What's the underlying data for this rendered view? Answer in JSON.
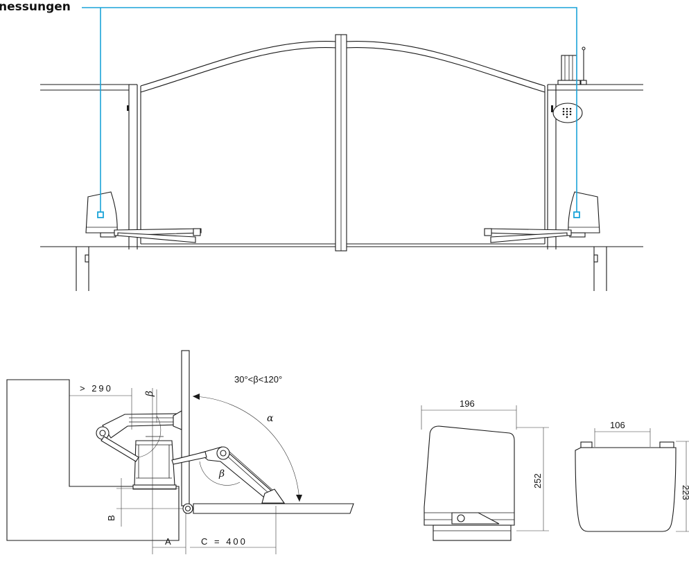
{
  "title": "nessungen",
  "dimensions": {
    "clearance_min": "> 290",
    "angle_range": "30°<β<120°",
    "label_A": "A",
    "label_B": "B",
    "label_C": "C = 400",
    "motor_width": "196",
    "motor_height": "252",
    "motor_top_width": "106",
    "motor_depth": "223"
  },
  "angles": {
    "alpha": "α",
    "beta": "β"
  }
}
